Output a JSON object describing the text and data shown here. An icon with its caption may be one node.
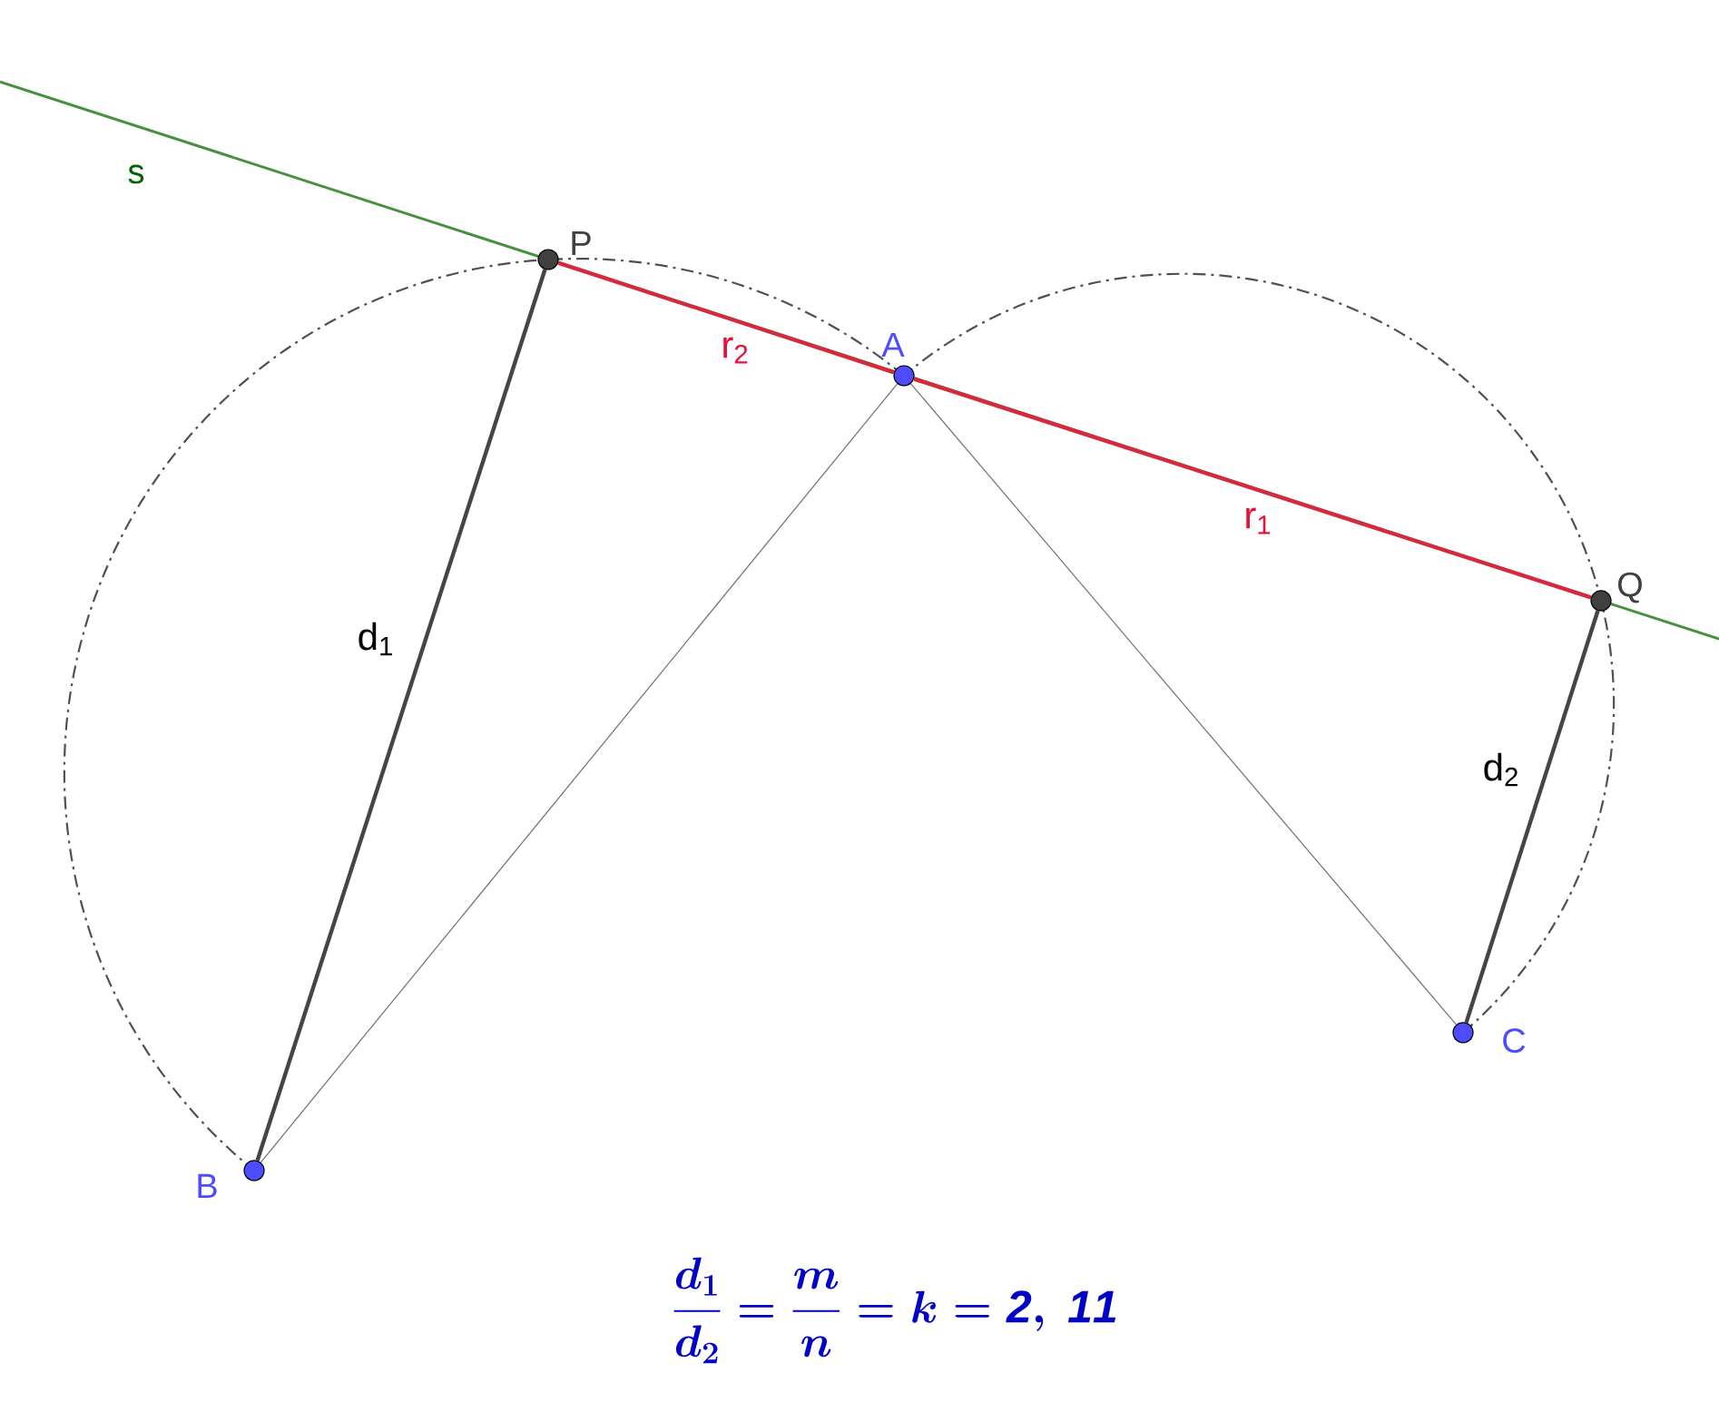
{
  "diagram": {
    "nodes": [
      {
        "text": [
          "P"
        ]
      },
      {
        "text": [
          "A"
        ]
      },
      {
        "text": [
          "Q"
        ]
      },
      {
        "text": [
          "B"
        ]
      },
      {
        "text": [
          "C"
        ]
      }
    ],
    "edges": [
      {
        "from": 0,
        "to": 1,
        "arrow": "none",
        "label": "r$_{2}$",
        "color": "#d32a3c"
      },
      {
        "from": 1,
        "to": 2,
        "arrow": "none",
        "label": "r$_{1}$",
        "color": "#d32a3c"
      },
      {
        "from": 0,
        "to": 3,
        "arrow": "none",
        "label": "d$_{1}$",
        "color": "#454545"
      },
      {
        "from": 2,
        "to": 4,
        "arrow": "none",
        "label": "d$_{2}$",
        "color": "#454545"
      },
      {
        "from": 1,
        "to": 3,
        "arrow": "none",
        "color": "#707070"
      },
      {
        "from": 1,
        "to": 4,
        "arrow": "none",
        "color": "#707070"
      }
    ],
    "labels": [
      "s",
      "\\frac{d_1}{d_2} = \\frac{m}{n} = k = \\mathit{2,\\ 11}"
    ]
  }
}
